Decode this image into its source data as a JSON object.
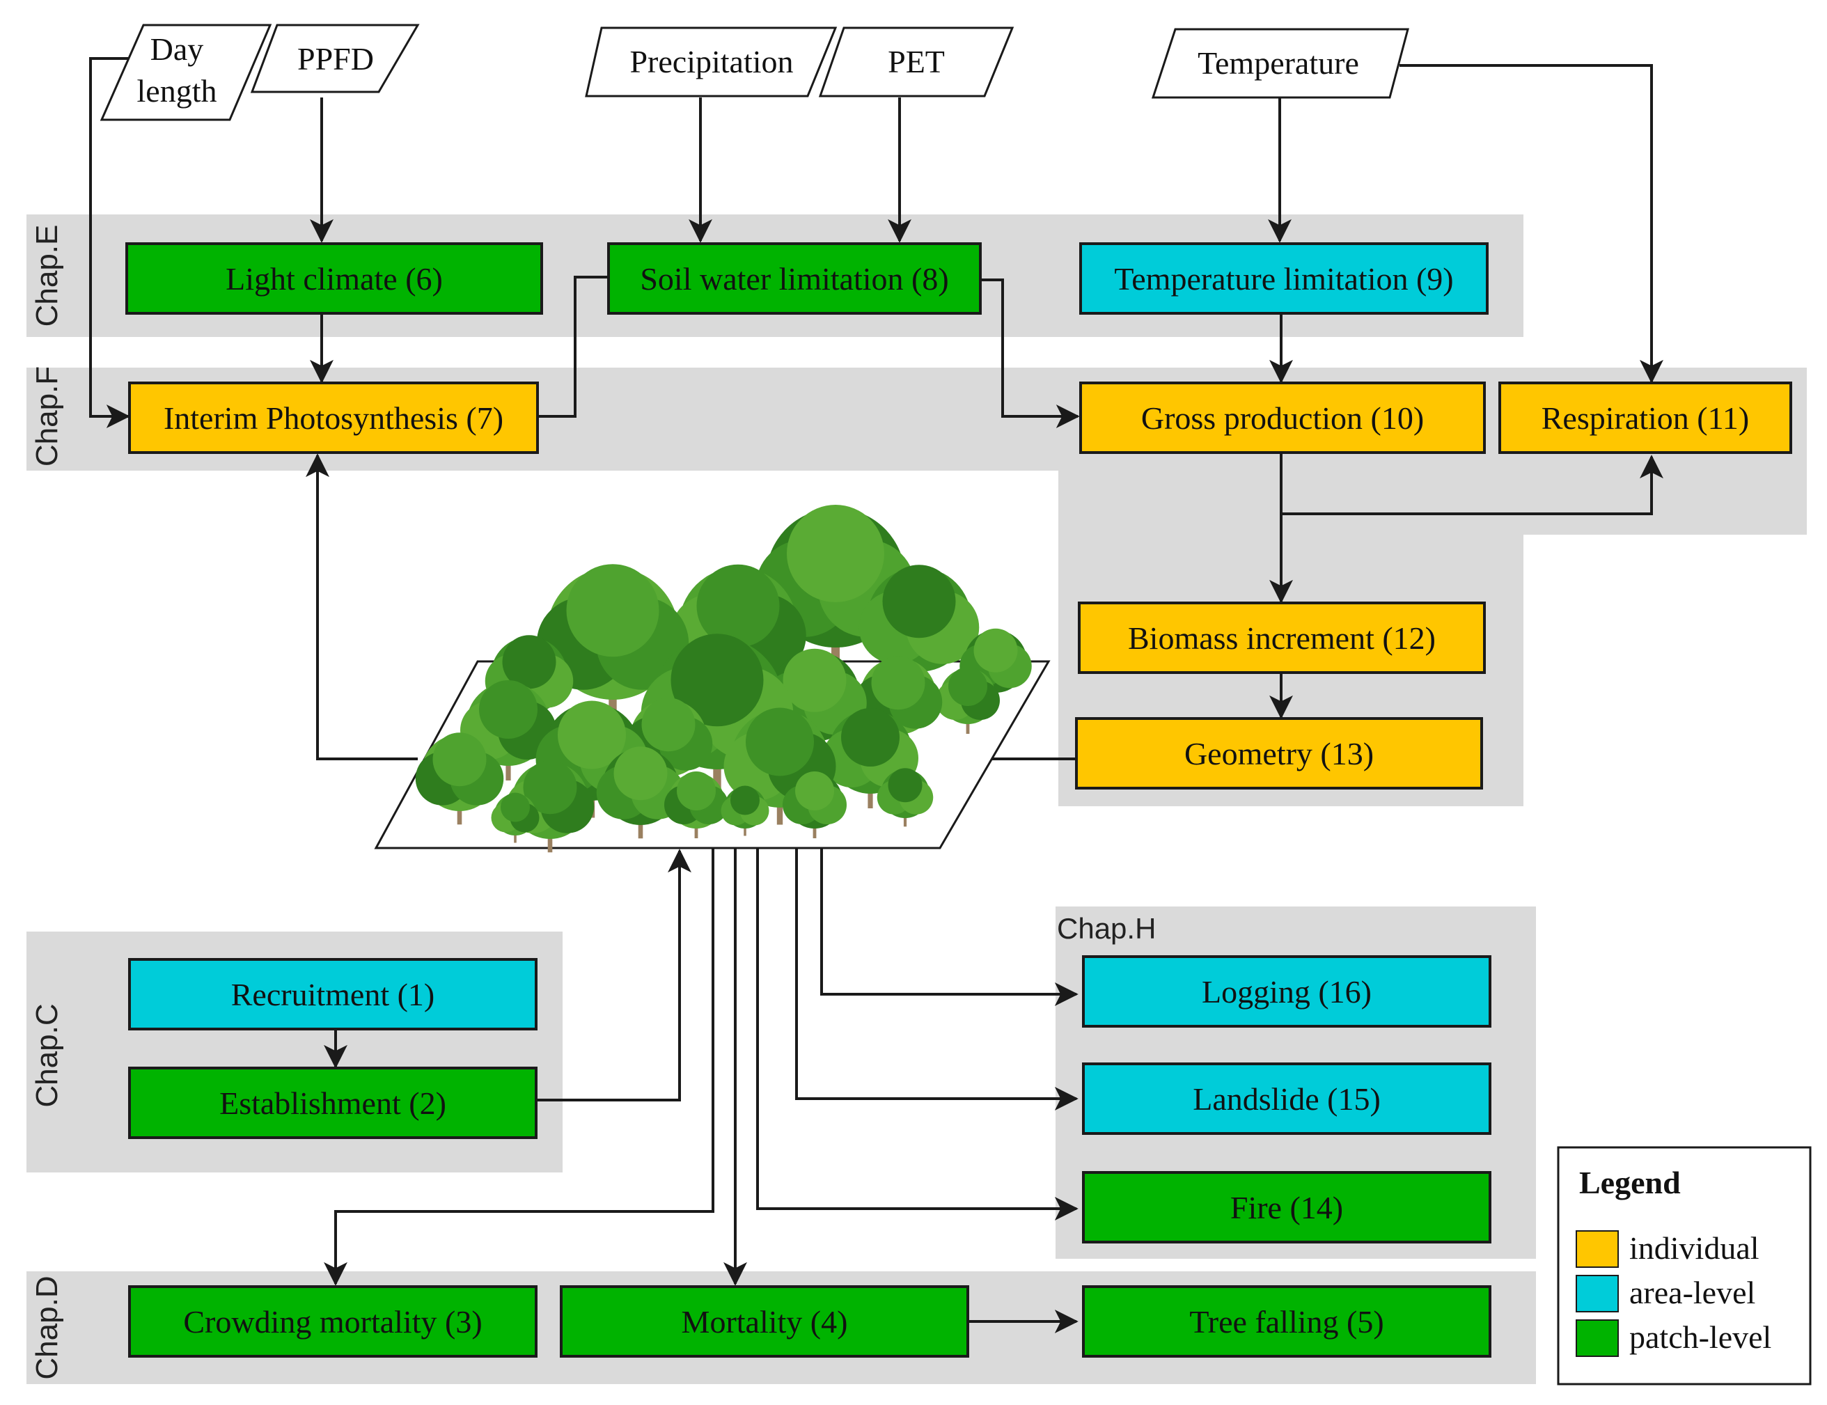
{
  "colors": {
    "individual": "#FFC600",
    "area_level": "#00CCD9",
    "patch_level": "#00B300",
    "chapter_band": "#DADADA",
    "stroke": "#1a1a1a"
  },
  "chapters": {
    "E": "Chap.E",
    "F": "Chap.F",
    "C": "Chap.C",
    "D": "Chap.D",
    "H": "Chap.H"
  },
  "inputs": {
    "day_length_line1": "Day",
    "day_length_line2": "length",
    "ppfd": "PPFD",
    "precipitation": "Precipitation",
    "pet": "PET",
    "temperature": "Temperature"
  },
  "processes": {
    "light_climate": "Light climate (6)",
    "soil_water": "Soil water limitation (8)",
    "temp_limitation": "Temperature limitation (9)",
    "interim_photo": "Interim Photosynthesis (7)",
    "gross_production": "Gross production (10)",
    "respiration": "Respiration (11)",
    "biomass_increment": "Biomass increment (12)",
    "geometry": "Geometry (13)",
    "recruitment": "Recruitment (1)",
    "establishment": "Establishment (2)",
    "logging": "Logging (16)",
    "landslide": "Landslide (15)",
    "fire": "Fire (14)",
    "crowding_mortality": "Crowding mortality (3)",
    "mortality": "Mortality (4)",
    "tree_falling": "Tree falling (5)"
  },
  "legend": {
    "title": "Legend",
    "individual": "individual",
    "area_level": "area-level",
    "patch_level": "patch-level"
  }
}
